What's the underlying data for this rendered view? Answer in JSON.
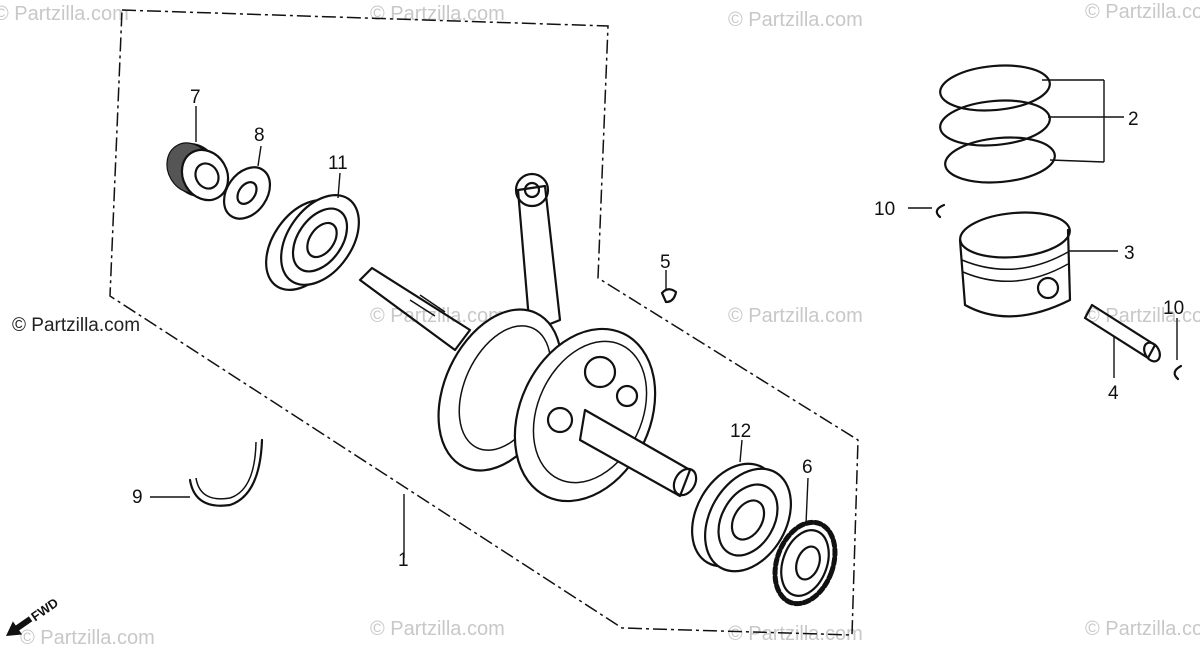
{
  "watermark": "© Partzilla.com",
  "direction_marker": {
    "label": "FWD",
    "icon": "arrow-icon"
  },
  "callouts": {
    "c1": "1",
    "c2": "2",
    "c3": "3",
    "c4": "4",
    "c5": "5",
    "c6": "6",
    "c7": "7",
    "c8": "8",
    "c9": "9",
    "c10a": "10",
    "c10b": "10",
    "c11": "11",
    "c12": "12"
  }
}
